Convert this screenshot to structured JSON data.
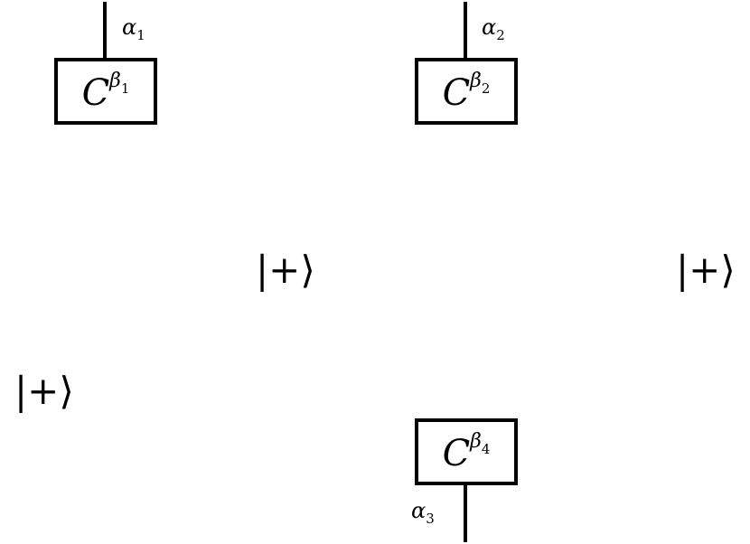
{
  "diagram": {
    "boxes": [
      {
        "id": "c1",
        "base": "C",
        "sup": "β",
        "sub": "1"
      },
      {
        "id": "c2",
        "base": "C",
        "sup": "β",
        "sub": "2"
      },
      {
        "id": "c4",
        "base": "C",
        "sup": "β",
        "sub": "4"
      }
    ],
    "wire_labels": [
      {
        "sym": "α",
        "sub": "1"
      },
      {
        "sym": "α",
        "sub": "2"
      },
      {
        "sym": "α",
        "sub": "3"
      }
    ],
    "kets": [
      {
        "text": "|+⟩"
      },
      {
        "text": "|+⟩"
      },
      {
        "text": "|+⟩"
      }
    ]
  }
}
